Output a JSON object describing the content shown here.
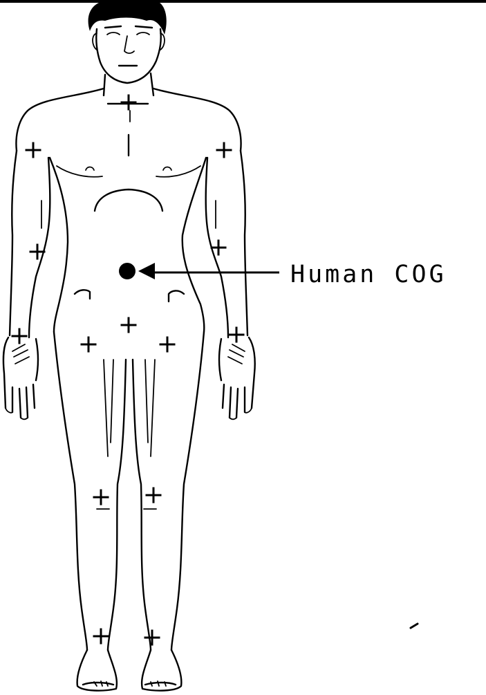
{
  "annotation": {
    "label": "Human COG"
  },
  "colors": {
    "ink": "#000000",
    "background": "#ffffff"
  },
  "markers": {
    "segment_cog_symbol": "plus",
    "body_cog_symbol": "filled-circle-with-arrow"
  }
}
